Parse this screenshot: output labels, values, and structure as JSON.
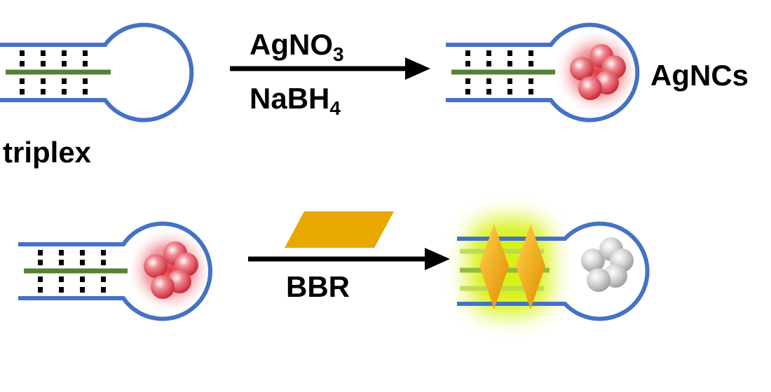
{
  "labels": {
    "triplex": "triplex",
    "reagent_top_main": "AgNO",
    "reagent_top_sub": "3",
    "reagent_bottom_main": "NaBH",
    "reagent_bottom_sub": "4",
    "product": "AgNCs",
    "bbr": "BBR"
  },
  "colors": {
    "strand": "#4472c4",
    "third_strand": "#548235",
    "hbond": "#000000",
    "cluster_glow": "#e0303c",
    "bbr": "#e8a800",
    "fluorescence": "#d4f000",
    "released_silver": "#b8b8b8",
    "arrow": "#000000"
  },
  "icons": {
    "cluster": "silver-nanocluster-icon",
    "bbr": "berberine-molecule-icon",
    "released": "released-silver-atoms-icon"
  }
}
